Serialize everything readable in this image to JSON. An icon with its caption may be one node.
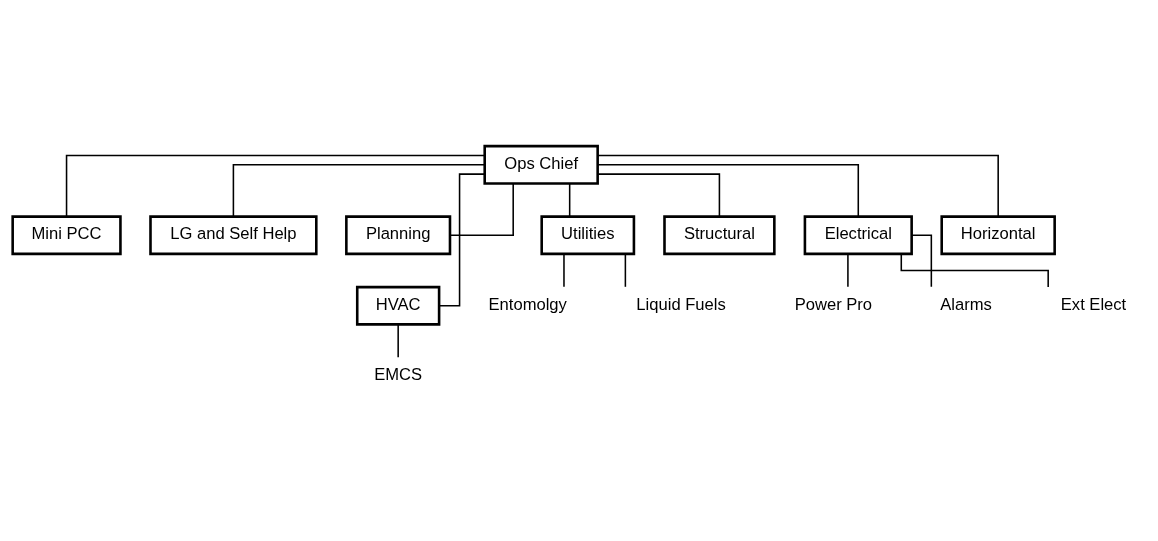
{
  "diagram": {
    "nodes": [
      {
        "text": [
          "Ops Chief"
        ]
      },
      {
        "text": [
          "Mini PCC"
        ]
      },
      {
        "text": [
          "LG and Self Help"
        ]
      },
      {
        "text": [
          "Planning"
        ]
      },
      {
        "text": [
          "HVAC"
        ]
      },
      {
        "text": [
          "Utilities"
        ]
      },
      {
        "text": [
          "Structural"
        ]
      },
      {
        "text": [
          "Electrical"
        ]
      },
      {
        "text": [
          "Horizontal"
        ]
      },
      {
        "text": [
          "EMCS"
        ]
      },
      {
        "text": [
          "Entomolgy"
        ]
      },
      {
        "text": [
          "Liquid Fuels"
        ]
      },
      {
        "text": [
          "Power Pro"
        ]
      },
      {
        "text": [
          "Alarms"
        ]
      },
      {
        "text": [
          "Ext Elect"
        ]
      }
    ],
    "edges": [
      {
        "from": 0,
        "to": 1,
        "arrow": "none"
      },
      {
        "from": 0,
        "to": 2,
        "arrow": "none"
      },
      {
        "from": 0,
        "to": 3,
        "arrow": "none"
      },
      {
        "from": 0,
        "to": 4,
        "arrow": "none"
      },
      {
        "from": 0,
        "to": 5,
        "arrow": "none"
      },
      {
        "from": 0,
        "to": 6,
        "arrow": "none"
      },
      {
        "from": 0,
        "to": 7,
        "arrow": "none"
      },
      {
        "from": 0,
        "to": 8,
        "arrow": "none"
      },
      {
        "from": 4,
        "to": 9,
        "arrow": "none"
      },
      {
        "from": 5,
        "to": 10,
        "arrow": "none"
      },
      {
        "from": 5,
        "to": 11,
        "arrow": "none"
      },
      {
        "from": 7,
        "to": 12,
        "arrow": "none"
      },
      {
        "from": 7,
        "to": 13,
        "arrow": "none"
      },
      {
        "from": 7,
        "to": 14,
        "arrow": "none"
      }
    ]
  }
}
